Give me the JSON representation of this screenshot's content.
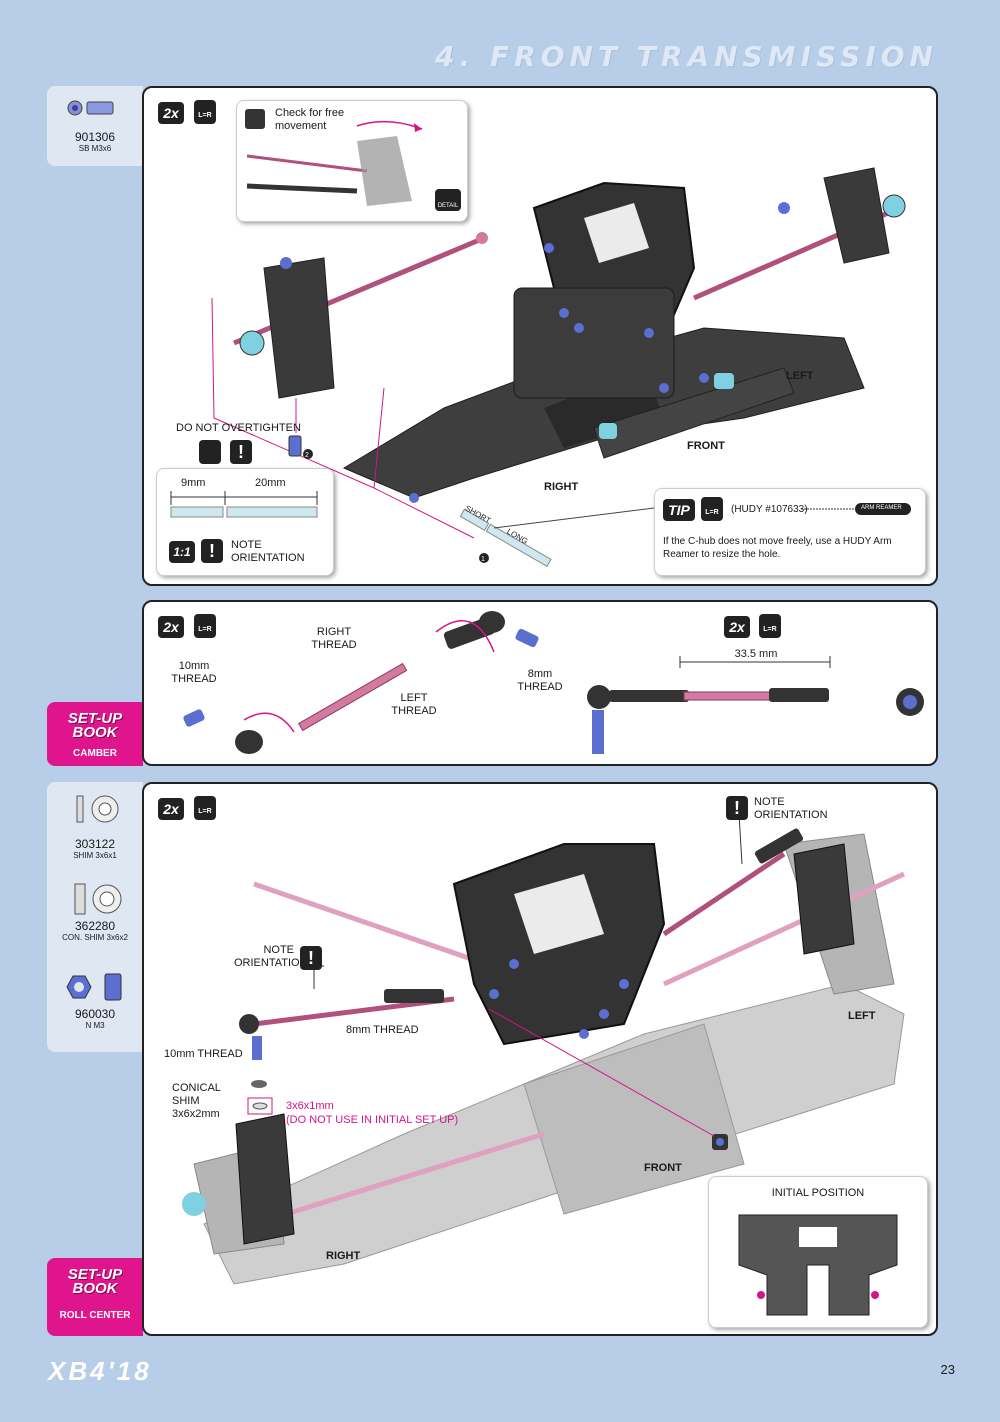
{
  "header": {
    "title": "4. FRONT TRANSMISSION"
  },
  "section1": {
    "parts": [
      {
        "code": "901306",
        "desc": "SB M3x6"
      }
    ],
    "qty": "2x",
    "lr": "L=R",
    "detail_callout": {
      "text": "Check for free movement",
      "detail_label": "DETAIL"
    },
    "warning": "DO NOT OVERTIGHTEN",
    "dims": {
      "a": "9mm",
      "b": "20mm"
    },
    "scale": "1:1",
    "note_orientation": "NOTE ORIENTATION",
    "labels": {
      "left": "LEFT",
      "front": "FRONT",
      "right": "RIGHT",
      "short": "SHORT",
      "long": "LONG"
    },
    "tip": {
      "badge": "TIP",
      "ref": "(HUDY #107633)",
      "tool": "ARM REAMER",
      "text": "If the C-hub does not move freely, use a HUDY Arm Reamer to resize the hole."
    }
  },
  "section2": {
    "qty": "2x",
    "lr": "L=R",
    "labels": {
      "right_thread": "RIGHT THREAD",
      "left_thread": "LEFT THREAD",
      "thread10": "10mm THREAD",
      "thread8": "8mm THREAD",
      "length": "33.5 mm"
    },
    "setup_book": {
      "logo": "SET-UP BOOK",
      "sub": "CAMBER"
    }
  },
  "section3": {
    "parts": [
      {
        "code": "303122",
        "desc": "SHIM 3x6x1"
      },
      {
        "code": "362280",
        "desc": "CON. SHIM 3x6x2"
      },
      {
        "code": "960030",
        "desc": "N M3"
      }
    ],
    "qty": "2x",
    "lr": "L=R",
    "labels": {
      "note_orientation_1": "NOTE ORIENTATION",
      "note_orientation_2": "NOTE ORIENTATION",
      "thread8": "8mm THREAD",
      "thread10": "10mm THREAD",
      "conical": "CONICAL SHIM 3x6x2mm",
      "shim": "3x6x1mm",
      "shim_note": "(DO NOT USE IN INITIAL SET UP)",
      "left": "LEFT",
      "front": "FRONT",
      "right": "RIGHT",
      "initial_position": "INITIAL POSITION"
    },
    "setup_book": {
      "logo": "SET-UP BOOK",
      "sub": "ROLL CENTER"
    }
  },
  "footer": {
    "model": "XB4'18",
    "page": "23"
  },
  "colors": {
    "pink": "#d4148a",
    "accent_blue": "#5b6fd0",
    "background": "#b8cde8",
    "cyan": "#7fd0e0"
  }
}
